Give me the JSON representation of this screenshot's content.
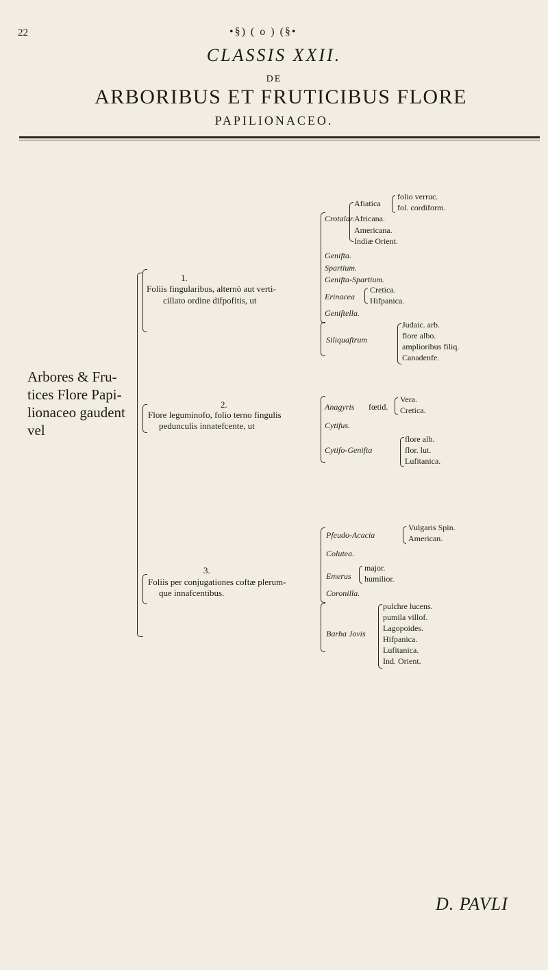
{
  "header": {
    "page_number": "22",
    "ornament": "•§) ( o ) (§•",
    "class_title": "CLASSIS XXII.",
    "de": "DE",
    "main_title": "ARBORIBUS ET FRUTICIBUS FLORE",
    "subtitle": "PAPILIONACEO."
  },
  "root_label": [
    "Arbores & Fru-",
    "tices Flore Papi-",
    "lionaceo gaudent",
    "vel"
  ],
  "sections": [
    {
      "number": "1.",
      "description": [
        "Foliis fingularibus, alternò aut verti-",
        "cillato ordine difpofitis, ut"
      ],
      "genera": [
        {
          "name": "Crotalar.",
          "species": [
            "Afiatica",
            "Africana.",
            "Americana.",
            "Indiæ Orient."
          ],
          "sub": [
            "folio verruc.",
            "fol. cordiform."
          ]
        },
        {
          "name": "Genifta."
        },
        {
          "name": "Spartium."
        },
        {
          "name": "Genifta-Spartium."
        },
        {
          "name": "Erinacea",
          "species": [
            "Cretica.",
            "Hifpanica."
          ]
        },
        {
          "name": "Geniftella."
        },
        {
          "name": "Siliquaftrum",
          "species": [
            "Judaic. arb.",
            "flore albo.",
            "amplioribus filiq.",
            "Canadenfe."
          ]
        }
      ]
    },
    {
      "number": "2.",
      "description": [
        "Flore leguminofo, folio terno fingulis",
        "pedunculis innatefcente, ut"
      ],
      "genera": [
        {
          "name": "Anagyris",
          "epithet": "fœtid.",
          "species": [
            "Vera.",
            "Cretica."
          ]
        },
        {
          "name": "Cytifus."
        },
        {
          "name": "Cytifo-Genifta",
          "species": [
            "flore alb.",
            "flor. lut.",
            "Lufitanica."
          ]
        }
      ]
    },
    {
      "number": "3.",
      "description": [
        "Foliis per conjugationes coftæ plerum-",
        "que innafcentibus."
      ],
      "genera": [
        {
          "name": "Pfeudo-Acacia",
          "species": [
            "Vulgaris Spin.",
            "American."
          ]
        },
        {
          "name": "Colutea."
        },
        {
          "name": "Emerus",
          "species": [
            "major.",
            "humilior."
          ]
        },
        {
          "name": "Coronilla."
        },
        {
          "name": "Barba Jovis",
          "species": [
            "pulchre lucens.",
            "pumila villof.",
            "Lagopoides.",
            "Hifpanica.",
            "Lufitanica.",
            "Ind. Orient."
          ]
        }
      ]
    }
  ],
  "footer": {
    "signature": "D. PAVLI"
  },
  "colors": {
    "paper": "#f1ede3",
    "ink": "#1d1a16"
  }
}
